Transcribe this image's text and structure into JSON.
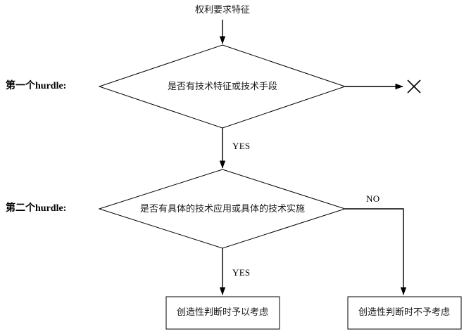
{
  "diagram": {
    "title_node": {
      "label": "权利要求特征"
    },
    "row_labels": [
      {
        "id": "first-hurdle",
        "label": "第一个hurdle:"
      },
      {
        "id": "second-hurdle",
        "label": "第二个hurdle:"
      }
    ],
    "decisions": [
      {
        "id": "decision-1",
        "label": "是否有技术特征或技术手段"
      },
      {
        "id": "decision-2",
        "label": "是否有具体的技术应用或具体的技术实施"
      }
    ],
    "edge_labels": [
      {
        "id": "yes-1",
        "label": "YES"
      },
      {
        "id": "no-2",
        "label": "NO"
      },
      {
        "id": "yes-2",
        "label": "YES"
      }
    ],
    "terminals": [
      {
        "id": "outcome-consider",
        "label": "创造性判断时予以考虑"
      },
      {
        "id": "outcome-not-consider",
        "label": "创造性判断时不予考虑"
      }
    ],
    "reject_marker": {
      "name": "cross-mark",
      "glyph": "✕"
    },
    "colors": {
      "stroke": "#000000",
      "text": "#1a1a1a",
      "background": "#ffffff"
    }
  }
}
